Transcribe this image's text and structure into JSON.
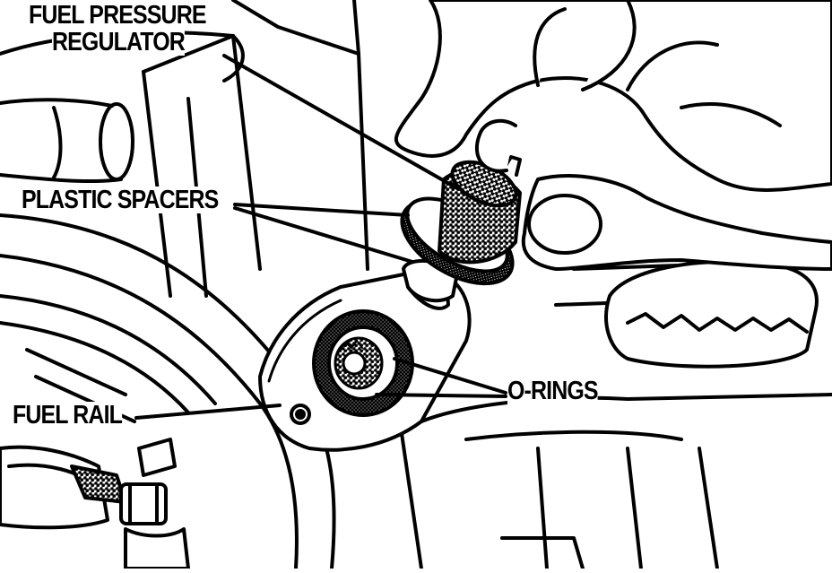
{
  "labels": {
    "fuel_pressure_regulator_line1": "FUEL PRESSURE",
    "fuel_pressure_regulator_line2": "REGULATOR",
    "plastic_spacers": "PLASTIC SPACERS",
    "o_rings": "O-RINGS",
    "fuel_rail": "FUEL RAIL"
  },
  "colors": {
    "ink": "#000000",
    "paper": "#ffffff"
  }
}
